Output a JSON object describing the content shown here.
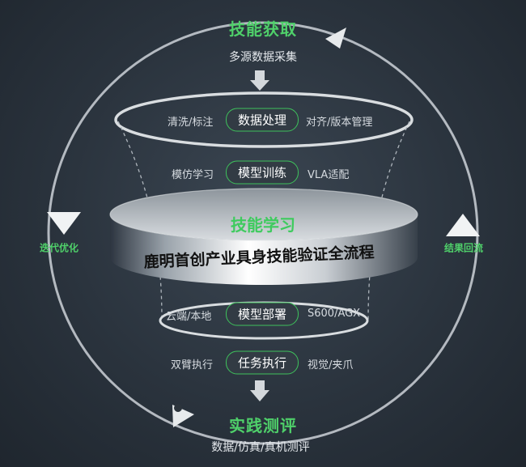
{
  "top": {
    "title": "技能获取",
    "subtitle": "多源数据采集"
  },
  "ring_top": {
    "left": "清洗/标注",
    "pill": "数据处理",
    "right": "对齐/版本管理"
  },
  "train": {
    "left": "模仿学习",
    "pill": "模型训练",
    "right": "VLA适配"
  },
  "band": {
    "title": "技能学习",
    "main": "鹿明首创产业具身技能验证全流程"
  },
  "deploy": {
    "left": "云端/本地",
    "pill": "模型部署",
    "right": "S600/AGX"
  },
  "execute": {
    "left": "双臂执行",
    "pill": "任务执行",
    "right": "视觉/夹爪"
  },
  "bottom": {
    "title": "实践测评",
    "subtitle": "数据/仿真/真机测评"
  },
  "loop": {
    "left": "迭代优化",
    "right": "结果回流"
  },
  "colors": {
    "accent_green": "#4fd06a",
    "background": "#2a333d",
    "pill_border": "#3ec25c"
  }
}
